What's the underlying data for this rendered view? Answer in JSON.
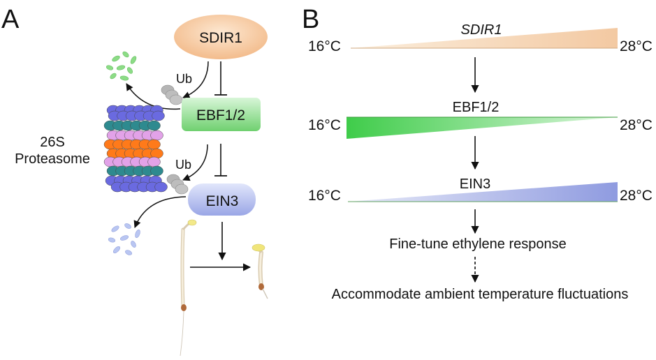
{
  "panel_a": {
    "label": "A",
    "sdir1": "SDIR1",
    "ub_top": "Ub",
    "ebf": "EBF1/2",
    "ub_bottom": "Ub",
    "ein3": "EIN3",
    "proteasome_line1": "26S",
    "proteasome_line2": "Proteasome"
  },
  "panel_b": {
    "label": "B",
    "rows": [
      {
        "name": "SDIR1",
        "left": "16°C",
        "right": "28°C",
        "color": "#f2c49a"
      },
      {
        "name": "EBF1/2",
        "left": "16°C",
        "right": "28°C",
        "color": "#4dcc4d"
      },
      {
        "name": "EIN3",
        "left": "16°C",
        "right": "28°C",
        "color": "#8f9ce0"
      }
    ],
    "response": "Fine-tune ethylene response",
    "outcome": "Accommodate ambient temperature fluctuations"
  },
  "colors": {
    "sdir1_fill": "#f5c69a",
    "ebf_fill": "#7ed87e",
    "ein3_fill": "#a9b4ea",
    "proteasome_blue": "#6a6ae0",
    "proteasome_teal": "#2e8a8f",
    "proteasome_pink": "#e2a2e8",
    "proteasome_orange": "#ff7a1a",
    "ub_gray": "#b5b5b5"
  }
}
